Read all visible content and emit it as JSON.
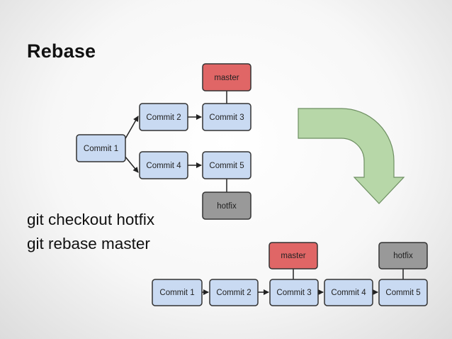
{
  "title": "Rebase",
  "commands": [
    "git checkout hotfix",
    "git rebase master"
  ],
  "colors": {
    "commit_fill": "#c9daf2",
    "master_fill": "#e06666",
    "hotfix_fill": "#999999",
    "arrow_fill": "#b7d7a8",
    "stroke": "#333333"
  },
  "before": {
    "commit1": "Commit 1",
    "commit2": "Commit 2",
    "commit3": "Commit 3",
    "commit4": "Commit 4",
    "commit5": "Commit 5",
    "master": "master",
    "hotfix": "hotfix"
  },
  "after": {
    "commits": [
      "Commit 1",
      "Commit 2",
      "Commit 3",
      "Commit 4",
      "Commit 5"
    ],
    "master": "master",
    "hotfix": "hotfix"
  }
}
